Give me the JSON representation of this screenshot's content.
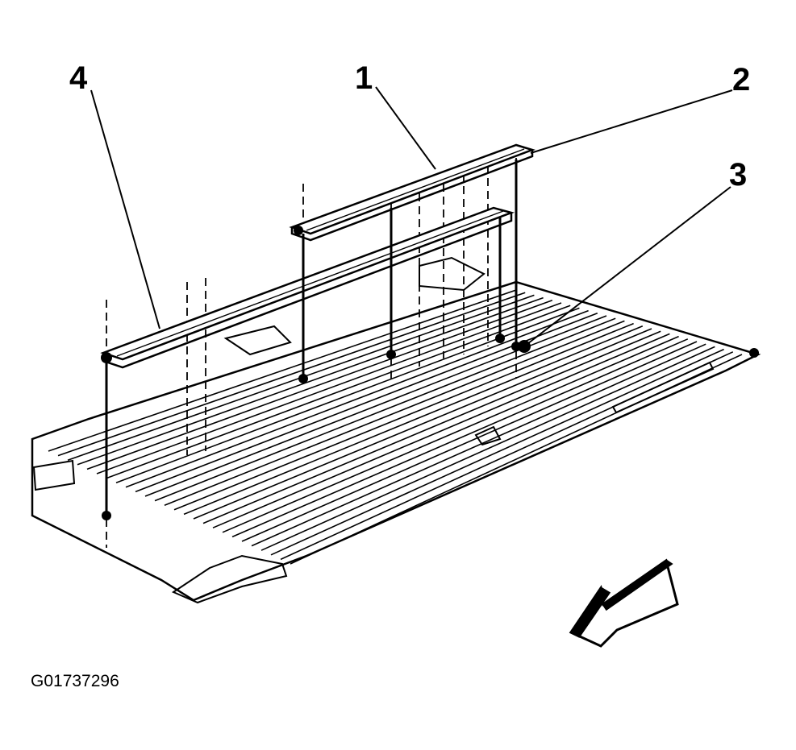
{
  "diagram": {
    "callouts": [
      {
        "id": "1",
        "label": "1"
      },
      {
        "id": "2",
        "label": "2"
      },
      {
        "id": "3",
        "label": "3"
      },
      {
        "id": "4",
        "label": "4"
      }
    ],
    "figure_id": "G01737296",
    "icons": {
      "direction": "front-direction-arrow-icon"
    }
  }
}
